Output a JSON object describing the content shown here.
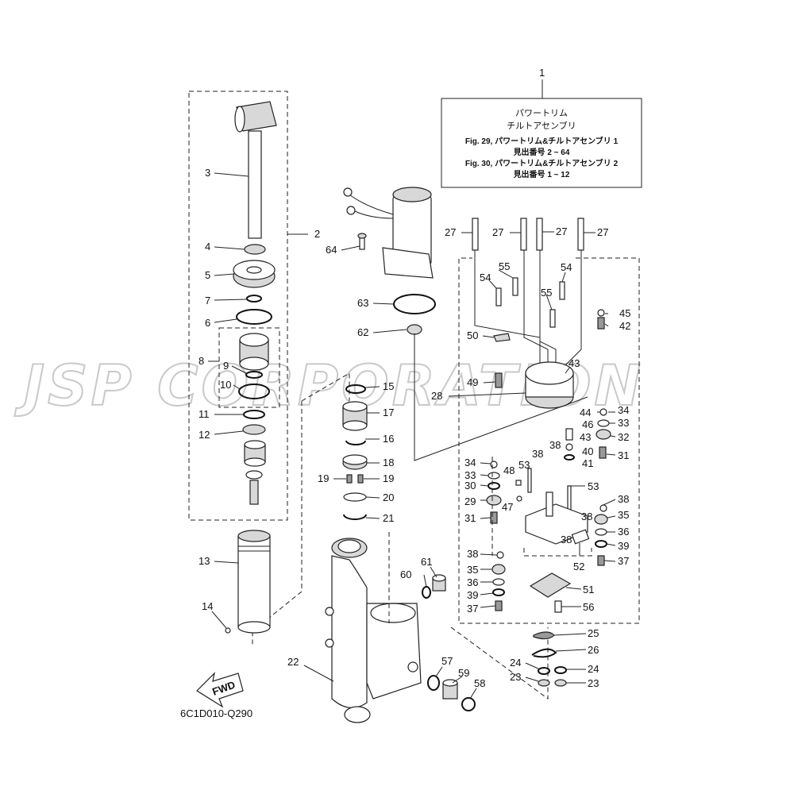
{
  "note": {
    "ref": "1",
    "line1": "パワートリム",
    "line2": "チルトアセンブリ",
    "line3": "Fig. 29, パワートリム&チルトアセンブリ 1",
    "line4": "見出番号 2 ~ 64",
    "line5": "Fig. 30, パワートリム&チルトアセンブリ 2",
    "line6": "見出番号 1 ~ 12"
  },
  "watermark": "JSP CORPORATION",
  "fwd": "FWD",
  "figure_code": "6C1D010-Q290",
  "callouts": {
    "c2": "2",
    "c3": "3",
    "c4": "4",
    "c5": "5",
    "c6": "6",
    "c7": "7",
    "c8": "8",
    "c9": "9",
    "c10": "10",
    "c11": "11",
    "c12": "12",
    "c13": "13",
    "c14": "14",
    "c15": "15",
    "c16": "16",
    "c17": "17",
    "c18": "18",
    "c19a": "19",
    "c19b": "19",
    "c20": "20",
    "c21": "21",
    "c22": "22",
    "c23a": "23",
    "c23b": "23",
    "c24a": "24",
    "c24b": "24",
    "c25": "25",
    "c26": "26",
    "c27a": "27",
    "c27b": "27",
    "c27c": "27",
    "c27d": "27",
    "c28": "28",
    "c29": "29",
    "c30": "30",
    "c31a": "31",
    "c31b": "31",
    "c32": "32",
    "c33a": "33",
    "c33b": "33",
    "c34a": "34",
    "c34b": "34",
    "c35a": "35",
    "c35b": "35",
    "c36a": "36",
    "c36b": "36",
    "c37a": "37",
    "c37b": "37",
    "c38a": "38",
    "c38b": "38",
    "c38c": "38",
    "c38d": "38",
    "c38e": "38",
    "c38f": "38",
    "c39a": "39",
    "c39b": "39",
    "c40": "40",
    "c41": "41",
    "c42": "42",
    "c43a": "43",
    "c43b": "43",
    "c44": "44",
    "c45": "45",
    "c46": "46",
    "c47": "47",
    "c48": "48",
    "c49": "49",
    "c50": "50",
    "c51": "51",
    "c52": "52",
    "c53a": "53",
    "c53b": "53",
    "c54a": "54",
    "c54b": "54",
    "c55a": "55",
    "c55b": "55",
    "c56": "56",
    "c57": "57",
    "c58": "58",
    "c59": "59",
    "c60": "60",
    "c61": "61",
    "c62": "62",
    "c63": "63",
    "c64": "64"
  }
}
